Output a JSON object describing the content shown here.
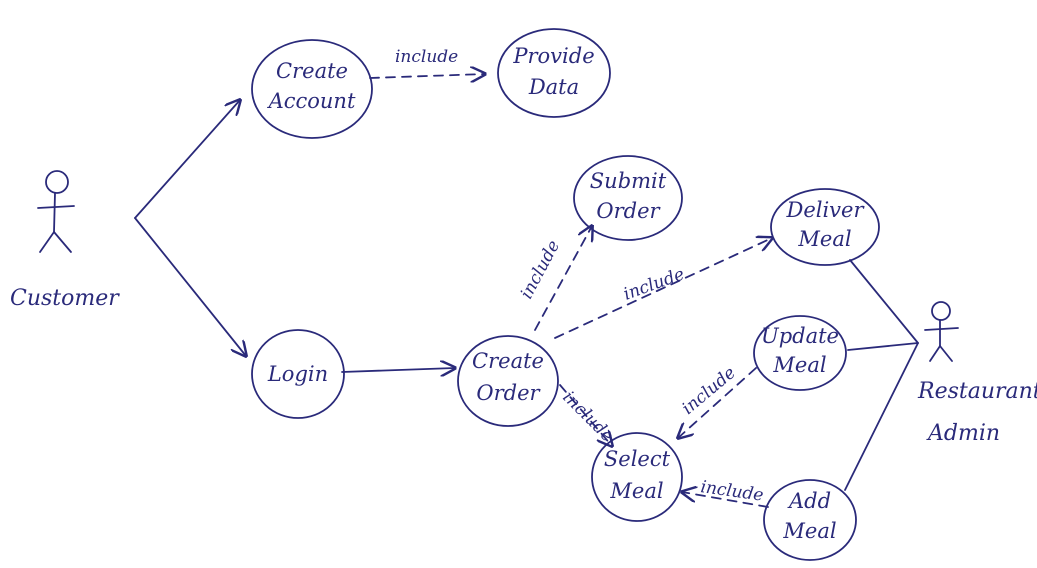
{
  "actors": {
    "customer": "Customer",
    "restaurant_line1": "Restaurant/",
    "restaurant_line2": "Admin"
  },
  "use_cases": {
    "create_account": [
      "Create",
      "Account"
    ],
    "provide_data": [
      "Provide",
      "Data"
    ],
    "login": "Login",
    "create_order": [
      "Create",
      "Order"
    ],
    "submit_order": [
      "Submit",
      "Order"
    ],
    "deliver_meal": [
      "Deliver",
      "Meal"
    ],
    "update_meal": [
      "Update",
      "Meal"
    ],
    "select_meal": [
      "Select",
      "Meal"
    ],
    "add_meal": [
      "Add",
      "Meal"
    ]
  },
  "relations": {
    "include": "include"
  },
  "colors": {
    "ink": "#2a2a7a",
    "background": "#ffffff"
  }
}
